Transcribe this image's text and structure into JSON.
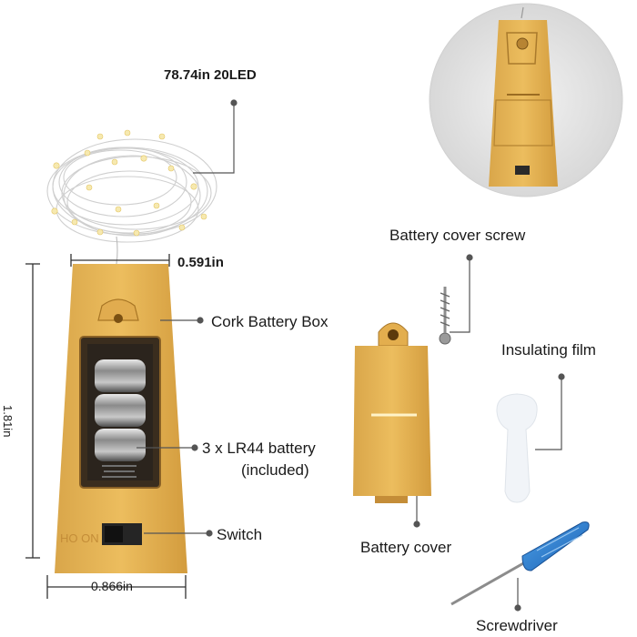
{
  "labels": {
    "string_spec": "78.74in 20LED",
    "top_width": "0.591in",
    "cork_box": "Cork Battery Box",
    "battery_line1": "3 x LR44 battery",
    "battery_line2": "(included)",
    "switch": "Switch",
    "height": "1.81in",
    "bottom_width": "0.866in",
    "cover_screw": "Battery cover screw",
    "insulating_film": "Insulating film",
    "battery_cover": "Battery cover",
    "screwdriver": "Screwdriver",
    "switch_marking": "HO  ON"
  }
}
